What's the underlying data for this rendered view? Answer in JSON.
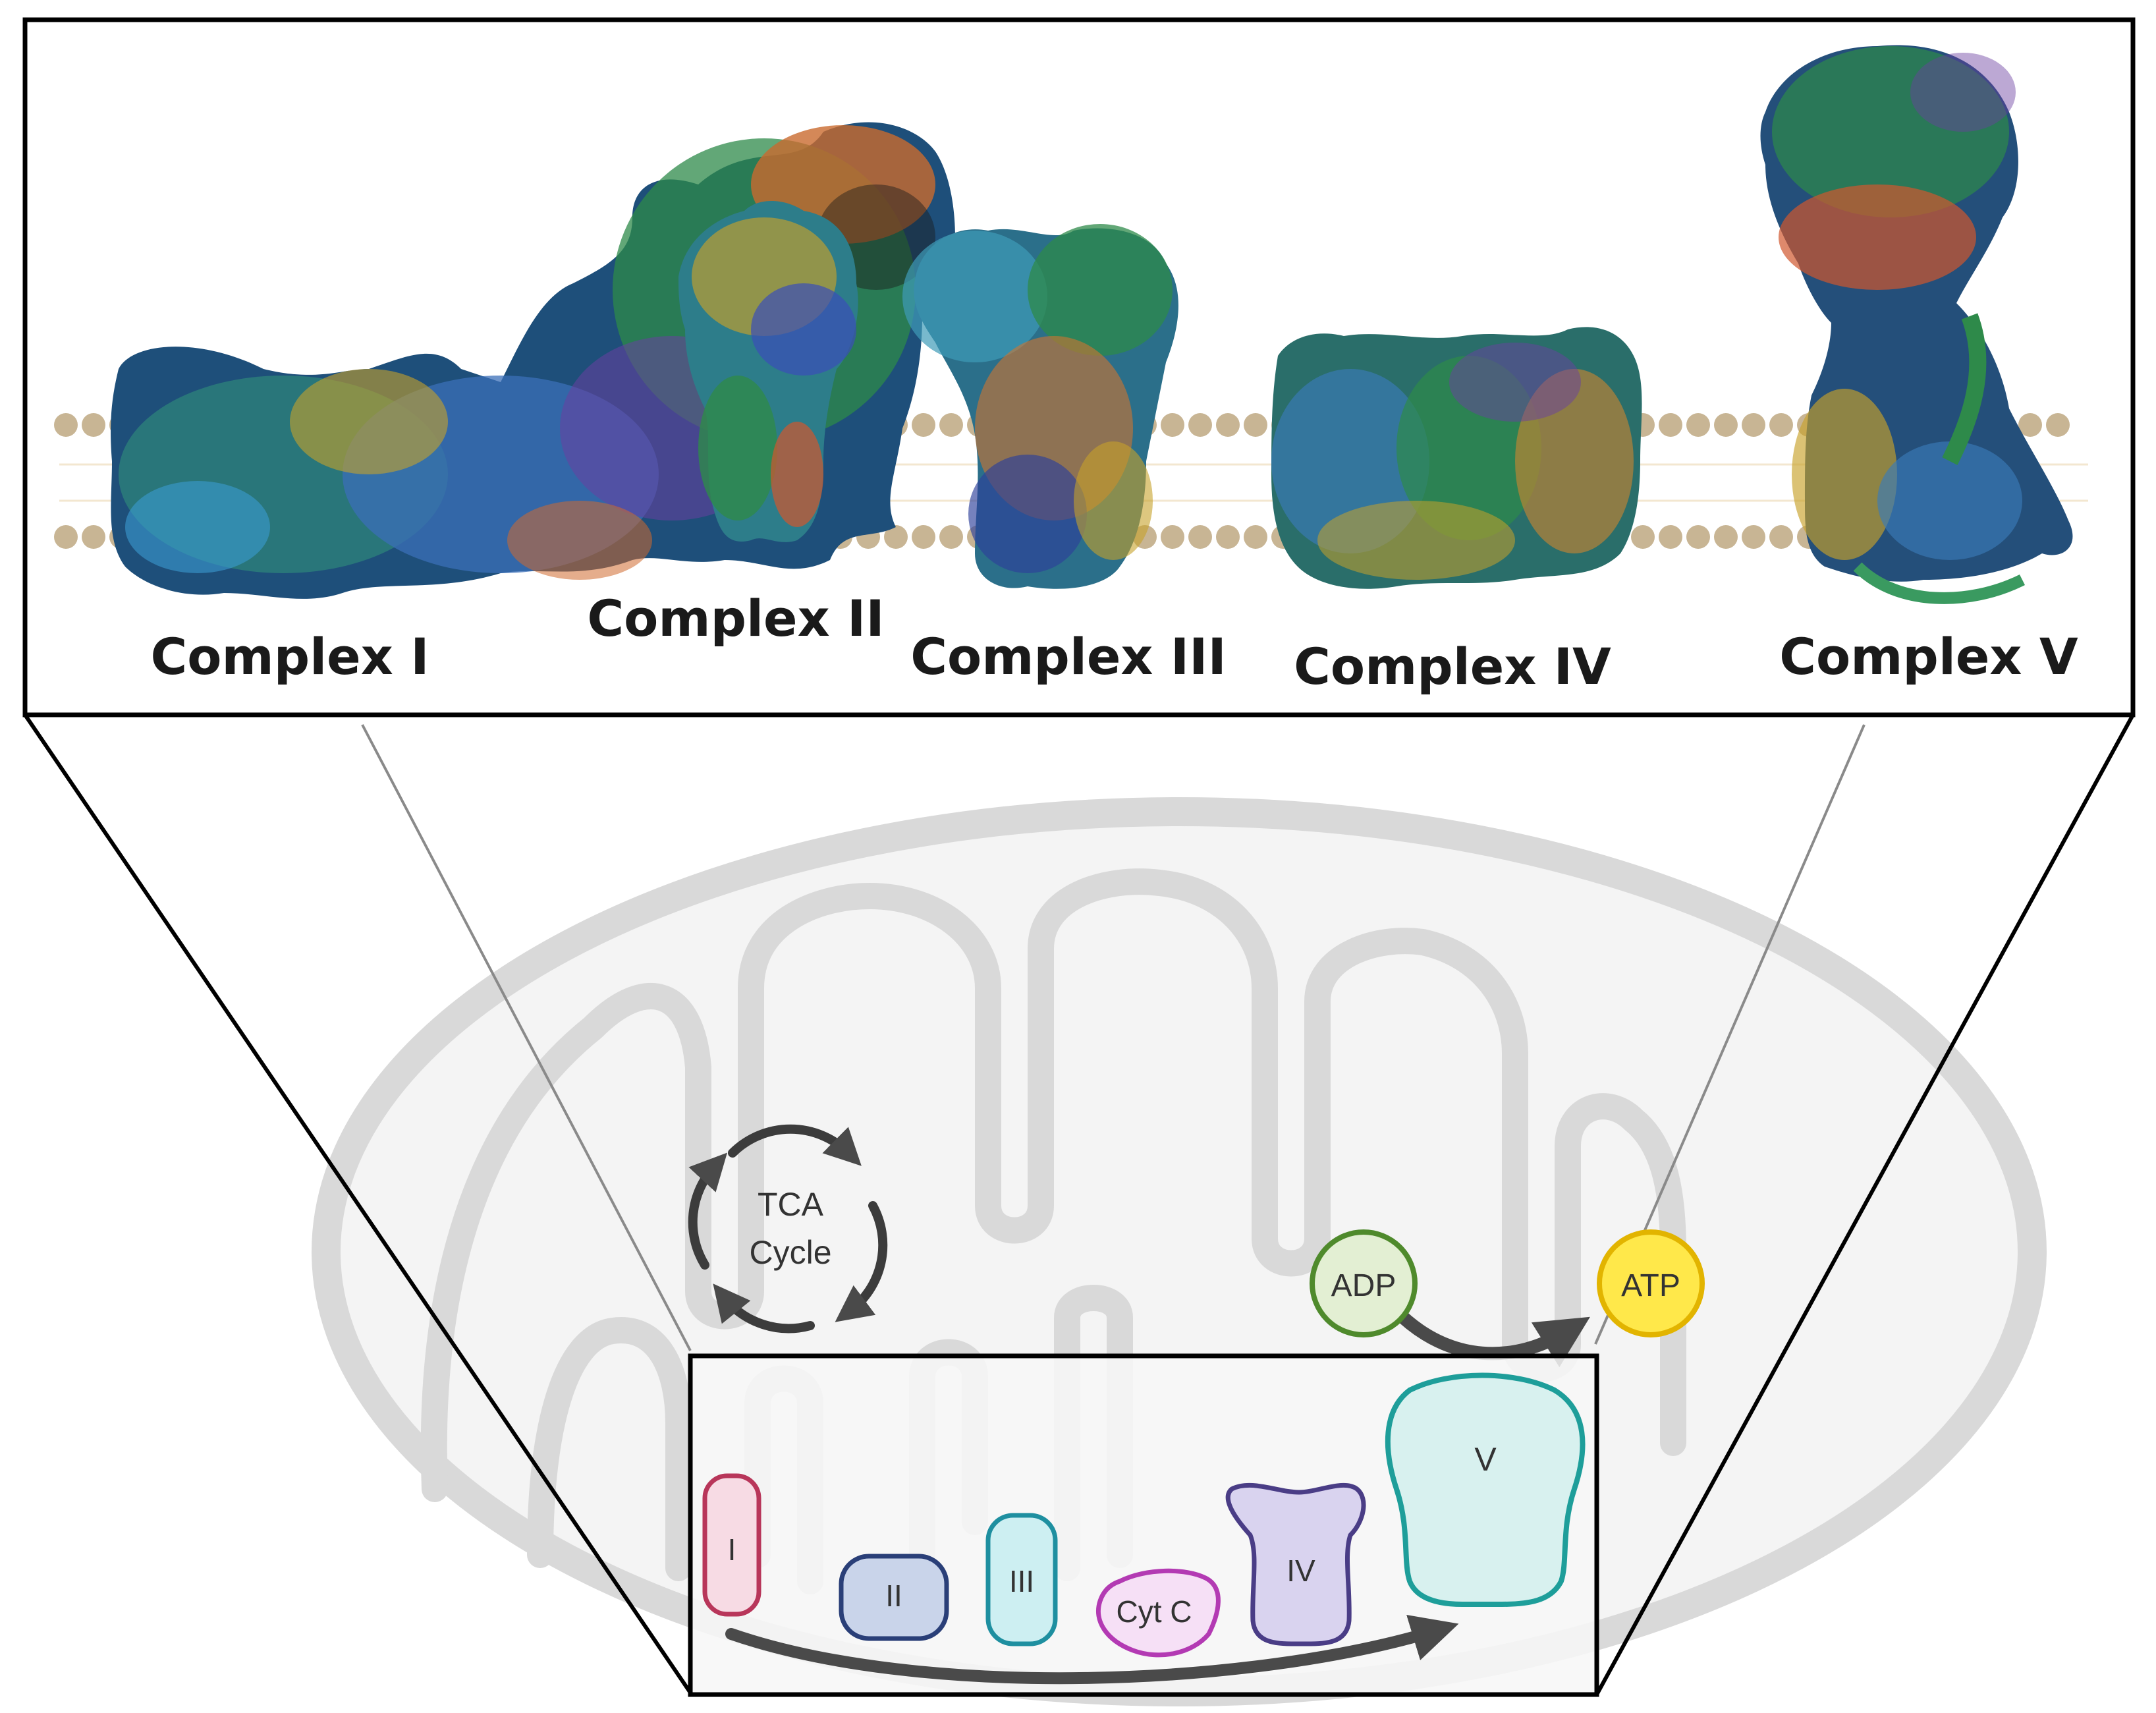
{
  "panel": {
    "labels": [
      "Complex I",
      "Complex II",
      "Complex III",
      "Complex IV",
      "Complex V"
    ]
  },
  "cycle": {
    "line1": "TCA",
    "line2": "Cycle"
  },
  "metabolites": {
    "adp": "ADP",
    "atp": "ATP"
  },
  "chain": {
    "complexes": [
      {
        "label": "I",
        "color": "#b8365a",
        "fill": "#f7dbe4"
      },
      {
        "label": "II",
        "color": "#2a3f78",
        "fill": "#c9d4ea"
      },
      {
        "label": "III",
        "color": "#1e8fa0",
        "fill": "#cdeff2"
      },
      {
        "label": "Cyt C",
        "color": "#b33ab3",
        "fill": "#f6e0f6"
      },
      {
        "label": "IV",
        "color": "#4a3d86",
        "fill": "#d9d3ef"
      },
      {
        "label": "V",
        "color": "#1e9e9a",
        "fill": "#d8f1ef"
      }
    ]
  },
  "colors": {
    "membrane": "#c8b594",
    "mito_outline": "#d6d6d6",
    "adp": "#4f8a2c",
    "atp": "#e2b400"
  }
}
